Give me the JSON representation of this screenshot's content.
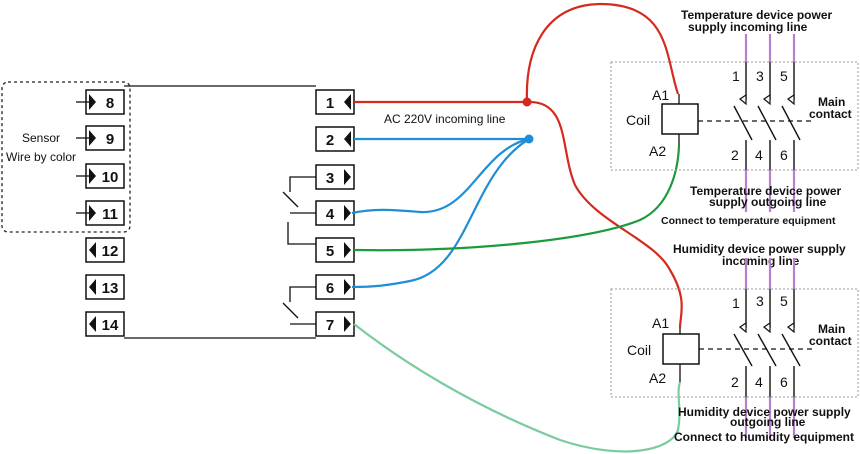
{
  "colors": {
    "line_red": "#d42a1f",
    "line_blue": "#1e8fd5",
    "line_green": "#1c9b3c",
    "line_light_green": "#7ccba0",
    "contact_purple": "#b77fd0",
    "outline": "#111111"
  },
  "controller": {
    "left_terminals": [
      "8",
      "9",
      "10",
      "11",
      "12",
      "13",
      "14"
    ],
    "right_terminals": [
      "1",
      "2",
      "3",
      "4",
      "5",
      "6",
      "7"
    ],
    "sensor_label": "Sensor",
    "sensor_sublabel": "Wire by color"
  },
  "wiring": {
    "ac_label": "AC 220V incoming line"
  },
  "temperature_contactor": {
    "title_line1": "Temperature device power",
    "title_line2": "supply incoming line",
    "coil_label": "Coil",
    "a1_label": "A1",
    "a2_label": "A2",
    "top_numbers": [
      "1",
      "3",
      "5"
    ],
    "bottom_numbers": [
      "2",
      "4",
      "6"
    ],
    "main_contact_line1": "Main",
    "main_contact_line2": "contact",
    "outgoing_line1": "Temperature device power",
    "outgoing_line2": "supply outgoing line",
    "connect_label": "Connect to temperature equipment"
  },
  "humidity_contactor": {
    "title_line1": "Humidity device power supply",
    "title_line2": "incoming line",
    "coil_label": "Coil",
    "a1_label": "A1",
    "a2_label": "A2",
    "top_numbers": [
      "1",
      "3",
      "5"
    ],
    "bottom_numbers": [
      "2",
      "4",
      "6"
    ],
    "main_contact_line1": "Main",
    "main_contact_line2": "contact",
    "outgoing_line1": "Humidity device power supply",
    "outgoing_line2": "outgoing line",
    "connect_label": "Connect to humidity equipment"
  }
}
